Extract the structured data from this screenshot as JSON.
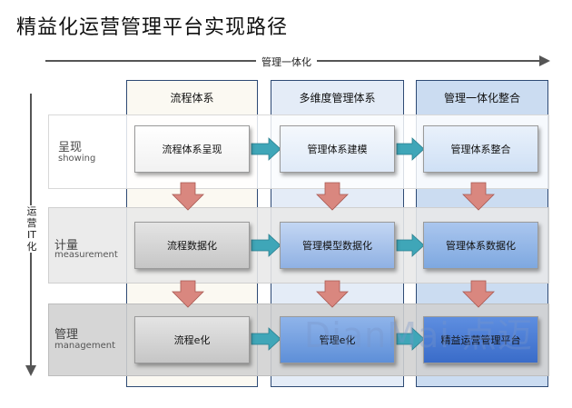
{
  "title": "精益化运营管理平台实现路径",
  "horizontal_axis_label": "管理一体化",
  "vertical_axis_label": "运营IT化",
  "columns": [
    {
      "label": "流程体系"
    },
    {
      "label": "多维度管理体系"
    },
    {
      "label": "管理一体化整合"
    }
  ],
  "rows": [
    {
      "label_zh": "呈现",
      "label_en": "showing",
      "cells": [
        "流程体系呈现",
        "管理体系建模",
        "管理体系整合"
      ]
    },
    {
      "label_zh": "计量",
      "label_en": "measurement",
      "cells": [
        "流程数据化",
        "管理模型数据化",
        "管理体系数据化"
      ]
    },
    {
      "label_zh": "管理",
      "label_en": "management",
      "cells": [
        "流程e化",
        "管理e化",
        "精益运营管理平台"
      ]
    }
  ],
  "watermark": "DianMai 点迈",
  "colors": {
    "column_border": "#2e4a74",
    "right_arrow": "#3fa6b8",
    "down_arrow": "#d9877f",
    "axis_arrow": "#555555"
  }
}
